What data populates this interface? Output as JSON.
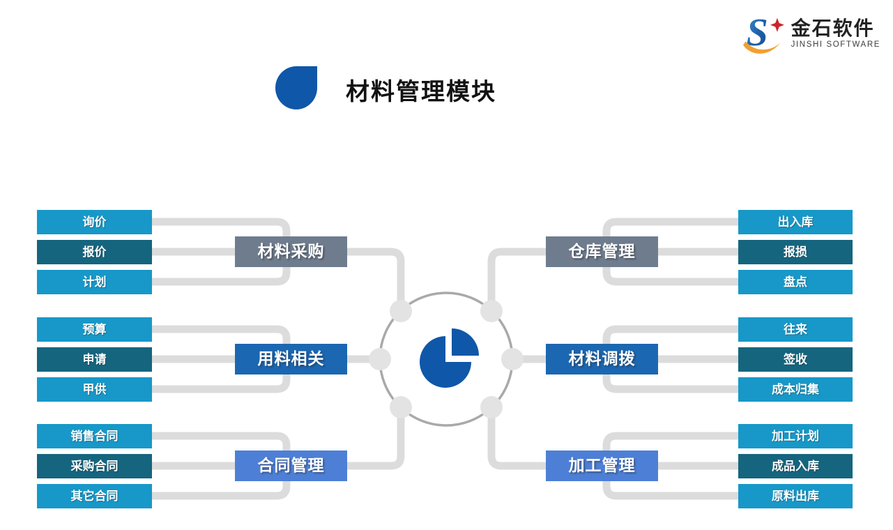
{
  "logo": {
    "brand_cn": "金石软件",
    "brand_en": "JINSHI SOFTWARE"
  },
  "title": {
    "text": "材料管理模块",
    "bullet_color": "#0f57a8"
  },
  "item_colors": [
    "#1798c8",
    "#15657f",
    "#1798c8"
  ],
  "connector_color": "#dcdcdc",
  "center": {
    "icon": "pie-chart-icon",
    "pie_color": "#0f57a8",
    "ring_color": "#a9a9a9",
    "node_color": "#e3e3e3"
  },
  "groups": [
    {
      "label": "材料采购",
      "color": "#6e7c8e",
      "side": "left",
      "items": [
        "询价",
        "报价",
        "计划"
      ]
    },
    {
      "label": "用料相关",
      "color": "#1b67b2",
      "side": "left",
      "items": [
        "预算",
        "申请",
        "甲供"
      ]
    },
    {
      "label": "合同管理",
      "color": "#4d7fd6",
      "side": "left",
      "items": [
        "销售合同",
        "采购合同",
        "其它合同"
      ]
    },
    {
      "label": "仓库管理",
      "color": "#6e7c8e",
      "side": "right",
      "items": [
        "出入库",
        "报损",
        "盘点"
      ]
    },
    {
      "label": "材料调拨",
      "color": "#1b67b2",
      "side": "right",
      "items": [
        "往来",
        "签收",
        "成本归集"
      ]
    },
    {
      "label": "加工管理",
      "color": "#4d7fd6",
      "side": "right",
      "items": [
        "加工计划",
        "成品入库",
        "原料出库"
      ]
    }
  ]
}
